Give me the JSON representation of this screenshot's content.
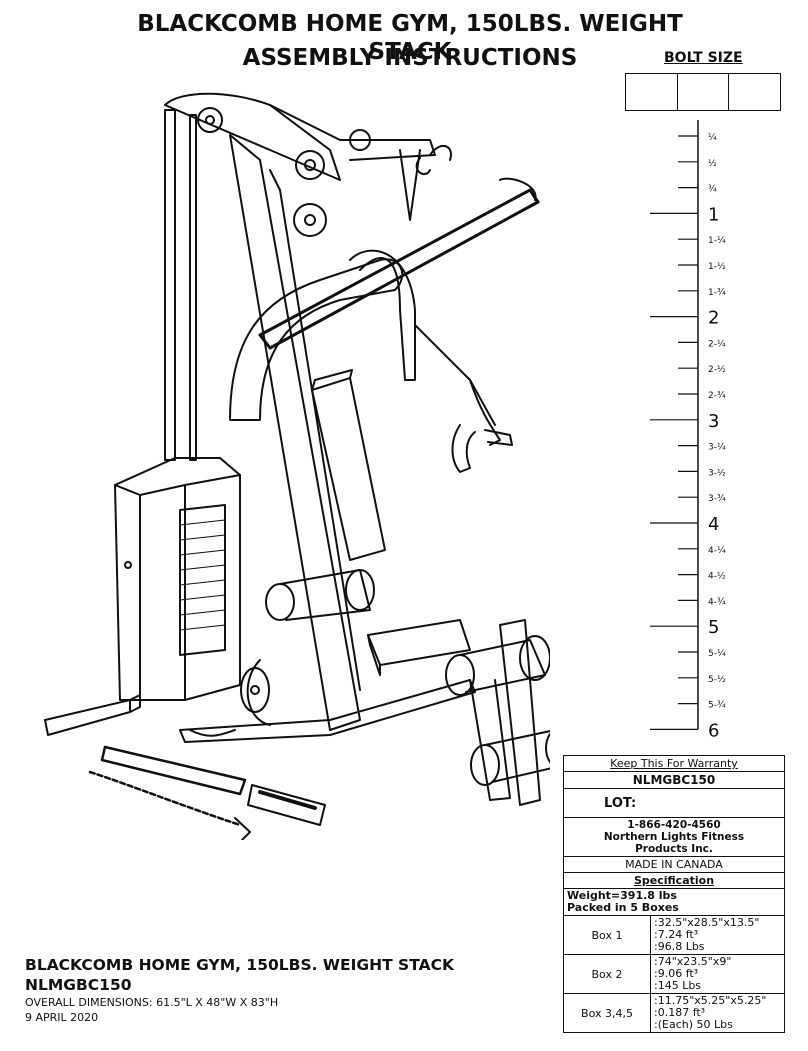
{
  "header": {
    "title_line1": "BLACKCOMB HOME GYM, 150LBS. WEIGHT STACK",
    "title_line2": "ASSEMBLY INSTRUCTIONS",
    "bolt_size_label": "BOLT SIZE"
  },
  "ruler": {
    "marks": [
      {
        "label": "¼",
        "major": false
      },
      {
        "label": "½",
        "major": false
      },
      {
        "label": "¾",
        "major": false
      },
      {
        "label": "1",
        "major": true
      },
      {
        "label": "1-¼",
        "major": false
      },
      {
        "label": "1-½",
        "major": false
      },
      {
        "label": "1-¾",
        "major": false
      },
      {
        "label": "2",
        "major": true
      },
      {
        "label": "2-¼",
        "major": false
      },
      {
        "label": "2-½",
        "major": false
      },
      {
        "label": "2-¾",
        "major": false
      },
      {
        "label": "3",
        "major": true
      },
      {
        "label": "3-¼",
        "major": false
      },
      {
        "label": "3-½",
        "major": false
      },
      {
        "label": "3-¾",
        "major": false
      },
      {
        "label": "4",
        "major": true
      },
      {
        "label": "4-¼",
        "major": false
      },
      {
        "label": "4-½",
        "major": false
      },
      {
        "label": "4-¾",
        "major": false
      },
      {
        "label": "5",
        "major": true
      },
      {
        "label": "5-¼",
        "major": false
      },
      {
        "label": "5-½",
        "major": false
      },
      {
        "label": "5-¾",
        "major": false
      },
      {
        "label": "6",
        "major": true
      }
    ]
  },
  "footer": {
    "product_name": "BLACKCOMB HOME GYM, 150LBS. WEIGHT STACK",
    "model": "NLMGBC150",
    "dimensions": "OVERALL DIMENSIONS: 61.5\"L X 48\"W X 83\"H",
    "date": "9 APRIL 2020"
  },
  "spec": {
    "warranty": "Keep This For Warranty",
    "model": "NLMGBC150",
    "lot": "LOT:",
    "phone": "1-866-420-4560",
    "company_line1": "Northern Lights Fitness",
    "company_line2": "Products Inc.",
    "made_in": "MADE IN CANADA",
    "specification": "Specification",
    "weight": "Weight=391.8 lbs",
    "packed": "Packed in 5 Boxes",
    "boxes": [
      {
        "name": "Box 1",
        "dims": ":32.5\"x28.5\"x13.5\"",
        "volume": ":7.24 ft³",
        "weight": ":96.8 Lbs"
      },
      {
        "name": "Box 2",
        "dims": ":74\"x23.5\"x9\"",
        "volume": ":9.06 ft³",
        "weight": ":145 Lbs"
      },
      {
        "name": "Box 3,4,5",
        "dims": ":11.75\"x5.25\"x5.25\"",
        "volume": ":0.187 ft³",
        "weight": ":(Each) 50 Lbs"
      }
    ]
  }
}
